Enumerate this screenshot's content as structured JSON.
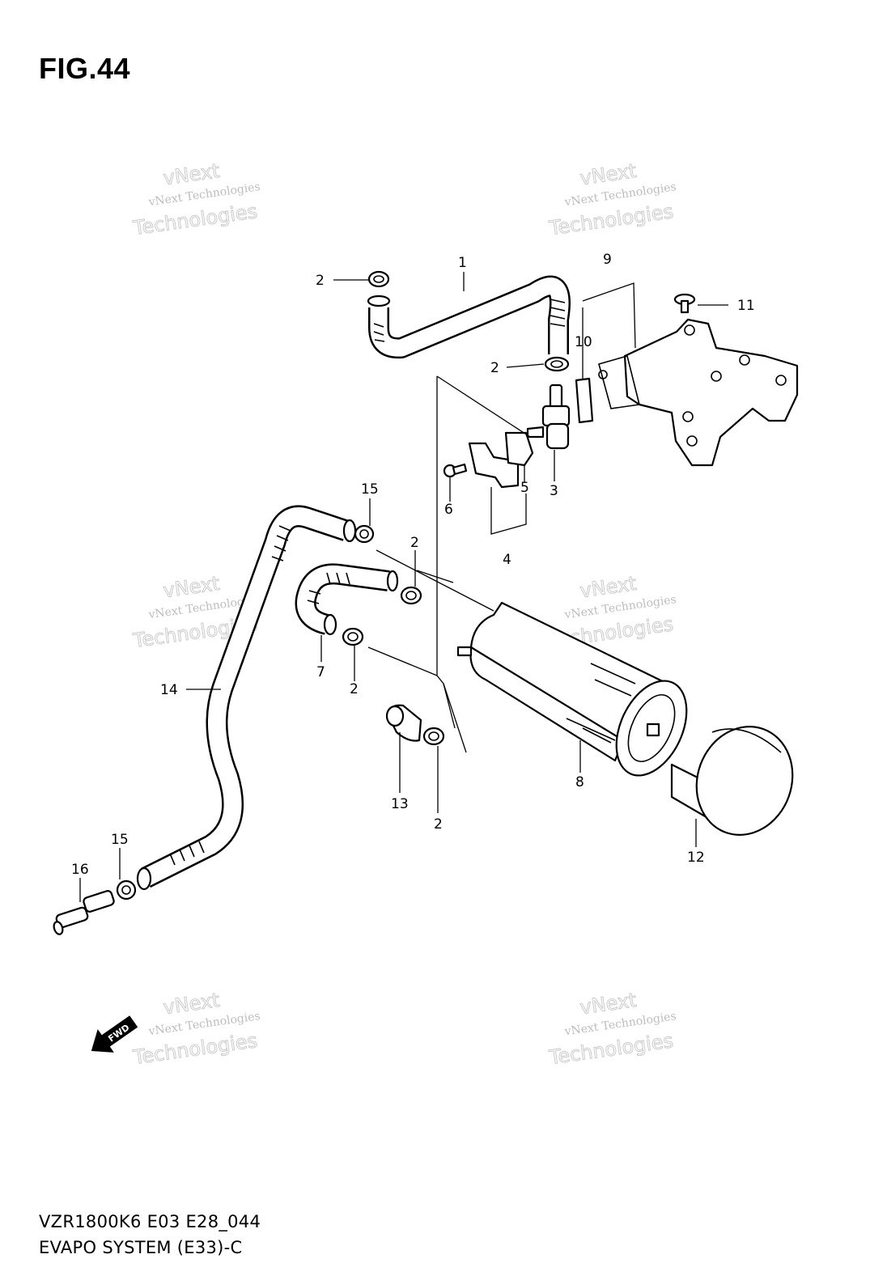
{
  "figure_title": "FIG.44",
  "footer": {
    "line1": "VZR1800K6 E03 E28_044",
    "line2": "EVAPO SYSTEM (E33)-C"
  },
  "fwd_label": "FWD",
  "watermark": {
    "line1": "vNext",
    "line2": "vNext Technologies",
    "line3": "Technologies"
  },
  "callouts": {
    "c1": "1",
    "c2a": "2",
    "c2b": "2",
    "c2c": "2",
    "c2d": "2",
    "c2e": "2",
    "c3": "3",
    "c4": "4",
    "c5": "5",
    "c6": "6",
    "c7": "7",
    "c8": "8",
    "c9": "9",
    "c10": "10",
    "c11": "11",
    "c12": "12",
    "c13": "13",
    "c14": "14",
    "c15a": "15",
    "c15b": "15",
    "c16": "16"
  }
}
